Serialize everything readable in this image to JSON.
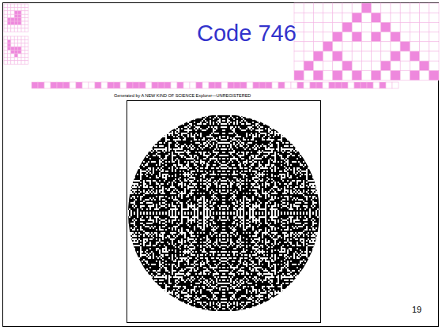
{
  "diagram": {
    "title": "Code 746",
    "labels": [
      "Generated by A NEW KIND OF SCIENCE Explorer—UNREGISTERED",
      "19"
    ]
  }
}
